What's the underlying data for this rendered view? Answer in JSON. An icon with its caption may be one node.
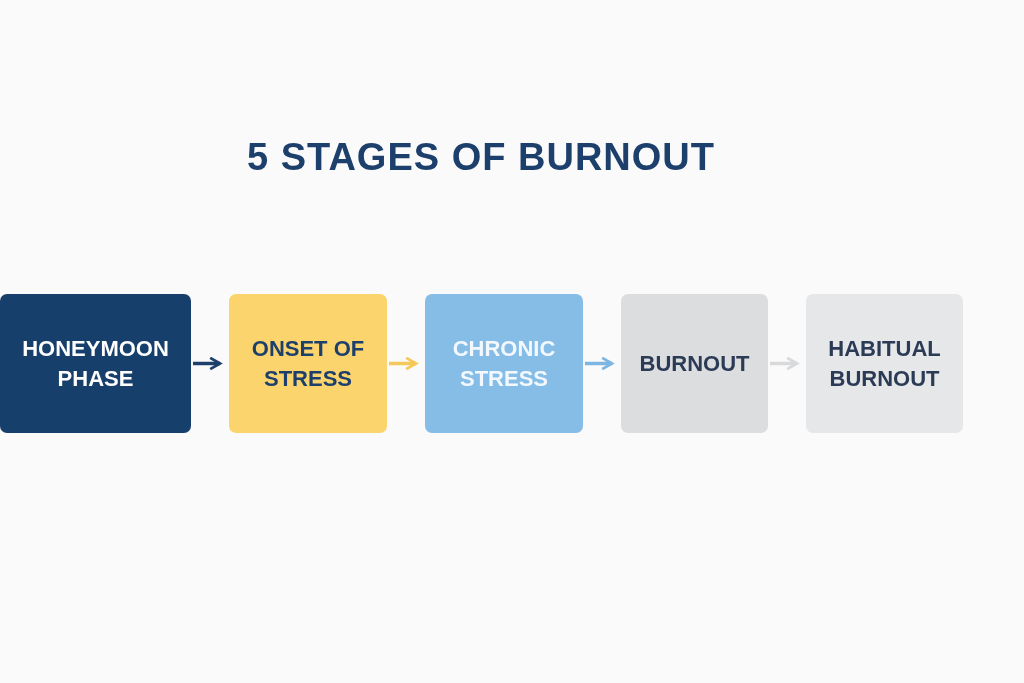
{
  "diagram": {
    "title": "5 STAGES OF BURNOUT",
    "nodes": [
      {
        "text": [
          "HONEYMOON PHASE"
        ]
      },
      {
        "text": [
          "ONSET OF STRESS"
        ]
      },
      {
        "text": [
          "CHRONIC STRESS"
        ]
      },
      {
        "text": [
          "BURNOUT"
        ]
      },
      {
        "text": [
          "HABITUAL BURNOUT"
        ]
      }
    ],
    "edges": [
      {
        "from": 0,
        "to": 1,
        "arrow": "to",
        "color": "#1d3f6b"
      },
      {
        "from": 1,
        "to": 2,
        "arrow": "to",
        "color": "#f5c85a"
      },
      {
        "from": 2,
        "to": 3,
        "arrow": "to",
        "color": "#7db6e2"
      },
      {
        "from": 3,
        "to": 4,
        "arrow": "to",
        "color": "#d8d9db"
      }
    ]
  }
}
